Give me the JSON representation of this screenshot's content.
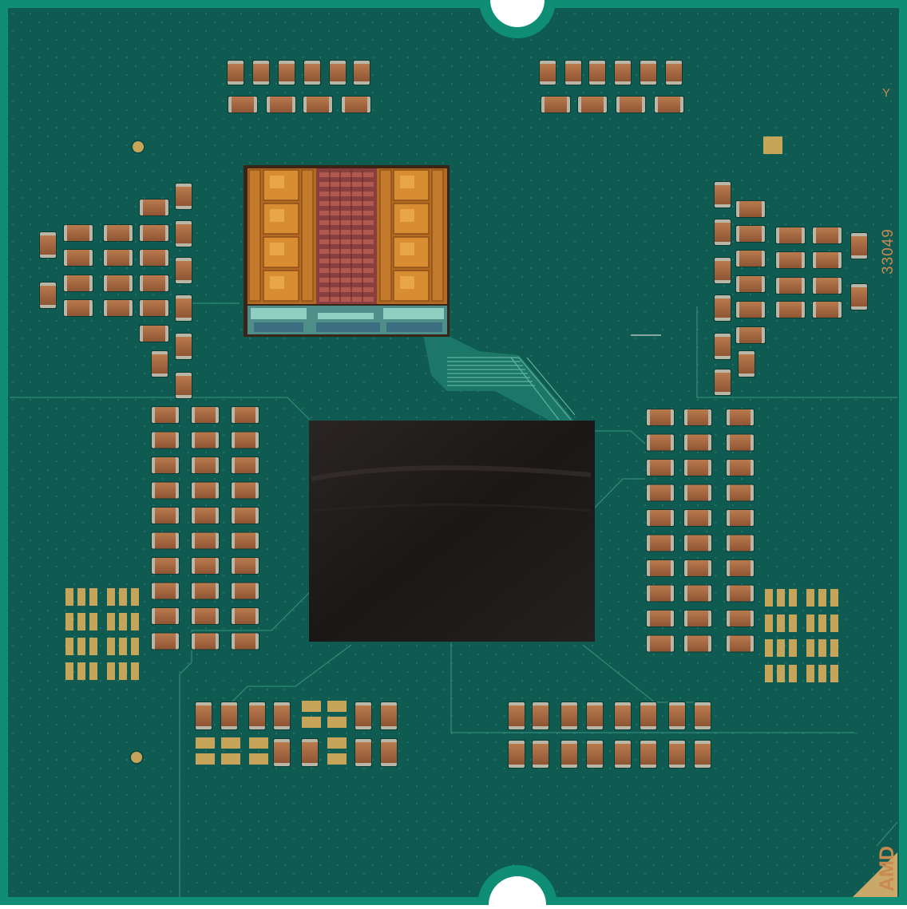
{
  "image": {
    "subject": "processor-package-underside",
    "colors": {
      "substrate": "#0f5b52",
      "substrate_edge": "#0d8a72",
      "capacitor_body": "#a7673f",
      "capacitor_terminal": "#b9b6a8",
      "die_copper": "#c27a2e",
      "die_center": "#7e3b3b",
      "heat_spreader": "#1b1816",
      "gold_pad": "#c6a45a",
      "label_text": "#c9894f"
    }
  },
  "labels": {
    "serial": "33049",
    "corner_mark": "Y",
    "brand": "AMD"
  }
}
